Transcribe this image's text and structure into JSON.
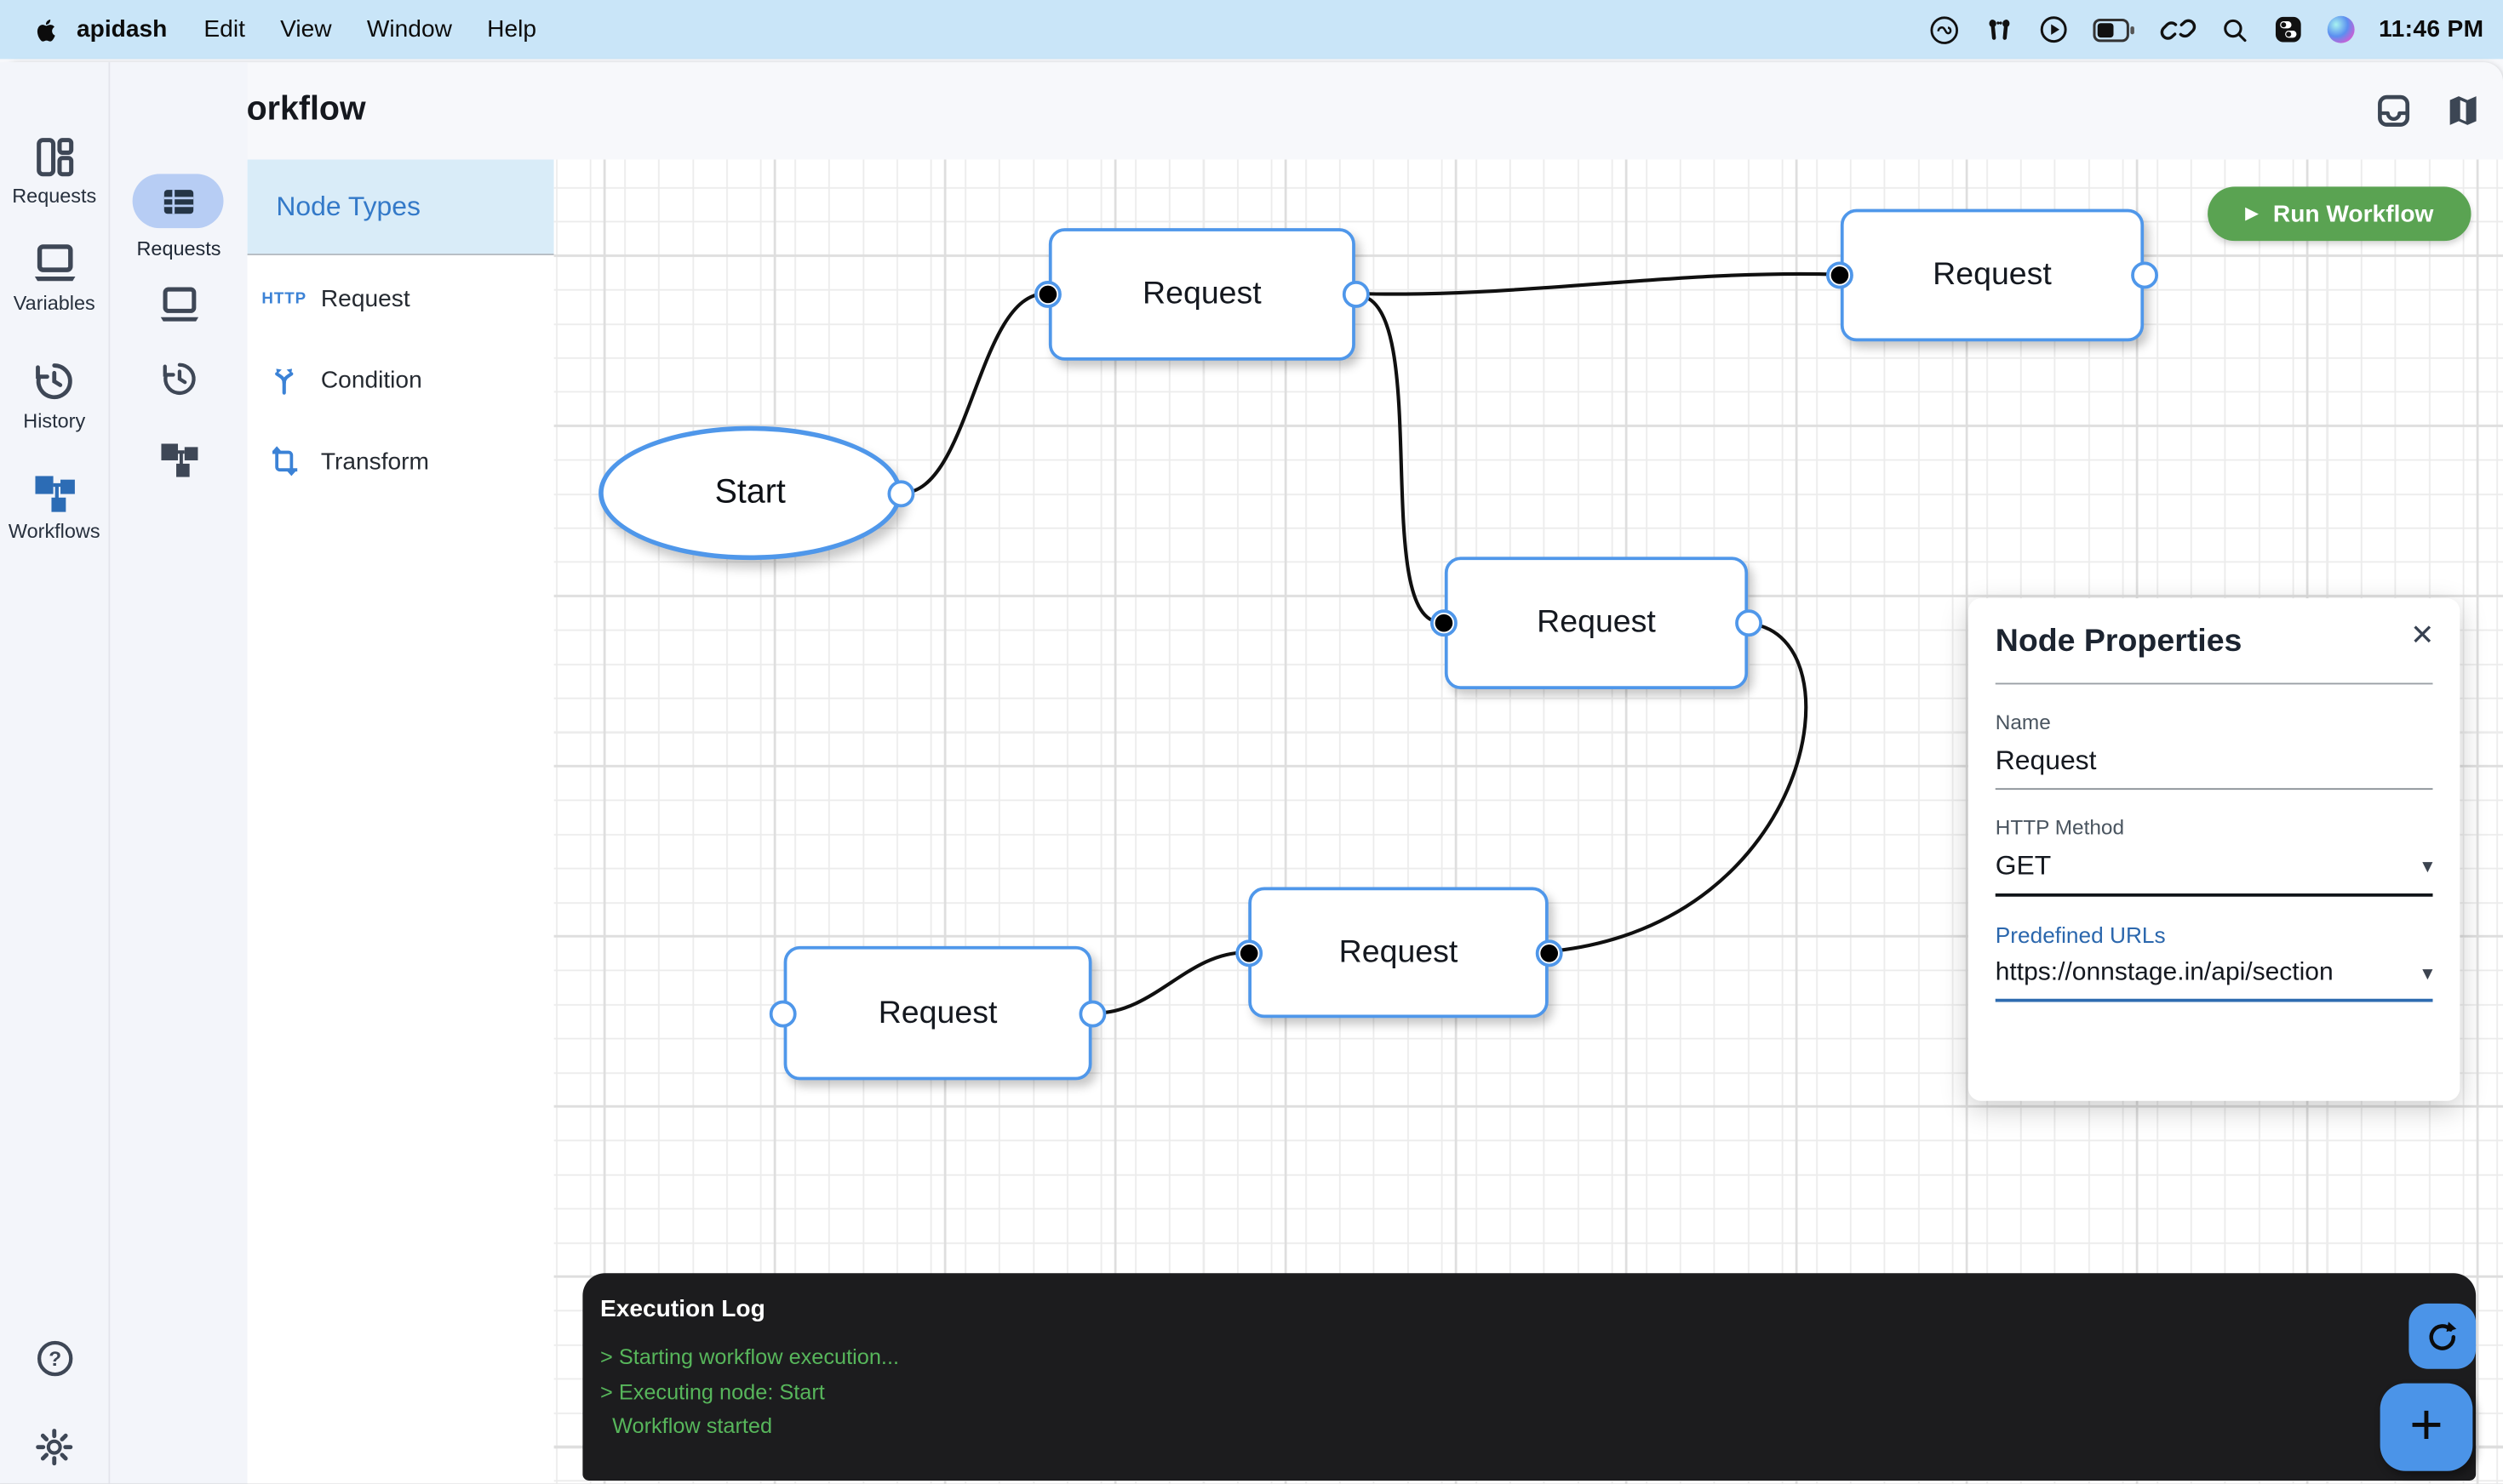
{
  "menu_bar": {
    "app_name": "apidash",
    "items": [
      "Edit",
      "View",
      "Window",
      "Help"
    ],
    "time": "11:46 PM",
    "status_icons": [
      "creative-cloud-icon",
      "airpods-icon",
      "play-circle-icon",
      "battery-icon",
      "link-icon",
      "search-icon",
      "control-center-icon",
      "siri-icon"
    ]
  },
  "window": {
    "title": "New Workflow"
  },
  "sidebar": {
    "items": [
      {
        "label": "Requests",
        "icon": "layout-columns-icon"
      },
      {
        "label": "Variables",
        "icon": "laptop-icon"
      },
      {
        "label": "History",
        "icon": "history-icon"
      },
      {
        "label": "Workflows",
        "icon": "workflow-tree-icon"
      }
    ],
    "bottom_icons": [
      "help-icon",
      "gear-icon"
    ]
  },
  "rail": {
    "active_label": "Requests",
    "icons": [
      "table-icon",
      "laptop-icon",
      "history-icon",
      "workflow-tree-icon"
    ]
  },
  "node_types": {
    "title": "Node Types",
    "items": [
      {
        "icon": "HTTP",
        "label": "Request"
      },
      {
        "icon": "condition-branch-icon",
        "label": "Condition"
      },
      {
        "icon": "transform-icon",
        "label": "Transform"
      }
    ]
  },
  "canvas": {
    "node_labels": {
      "start": "Start",
      "request": "Request"
    }
  },
  "run_button": {
    "label": "Run Workflow",
    "play_glyph": "▶"
  },
  "properties": {
    "title": "Node Properties",
    "close_glyph": "✕",
    "name_label": "Name",
    "name_value": "Request",
    "method_label": "HTTP Method",
    "method_value": "GET",
    "urls_label": "Predefined URLs",
    "urls_value": "https://onnstage.in/api/section",
    "caret_glyph": "▾"
  },
  "execution_log": {
    "title": "Execution Log",
    "lines": [
      "> Starting workflow execution...",
      "> Executing node: Start",
      "  Workflow started"
    ]
  },
  "fab": {
    "plus_glyph": "+"
  },
  "colors": {
    "menubar": "#c9e5f8",
    "accent_blue": "#4b94e8",
    "node_border": "#4f97ea",
    "run_green": "#5aa352",
    "log_green": "#57b65b",
    "log_bg": "#1c1c1e"
  }
}
